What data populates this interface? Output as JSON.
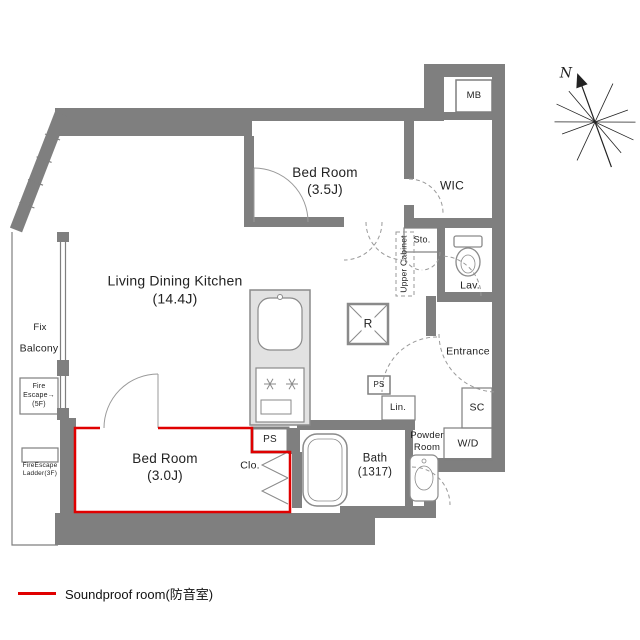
{
  "colors": {
    "wall": "#7f7f7f",
    "soundproof_red": "#e00000",
    "fixture": "#8a8a8a"
  },
  "legend": {
    "label": "Soundproof room(防音室)"
  },
  "compass": {
    "north_label": "N"
  },
  "labels": {
    "mb": "MB",
    "bedroom_35": "Bed Room\n(3.5J)",
    "wic": "WIC",
    "ldk": "Living Dining Kitchen\n(14.4J)",
    "sto": "Sto.",
    "upper_cabinet": "Upper Cabinet",
    "lav": "Lav.",
    "fridge": "R",
    "entrance": "Entrance",
    "fix": "Fix",
    "balcony": "Balcony",
    "fire_escape": "Fire\nEscape→\n(5F)",
    "fire_escape_ladder": "FireEscape\nLadder(3F)",
    "ps_upper": "PS",
    "lin": "Lin.",
    "powder_room": "Powder\nRoom",
    "bath": "Bath\n(1317)",
    "wd": "W/D",
    "sc": "SC",
    "bedroom_30": "Bed Room\n(3.0J)",
    "clo": "Clo.",
    "ps_lower": "PS"
  }
}
